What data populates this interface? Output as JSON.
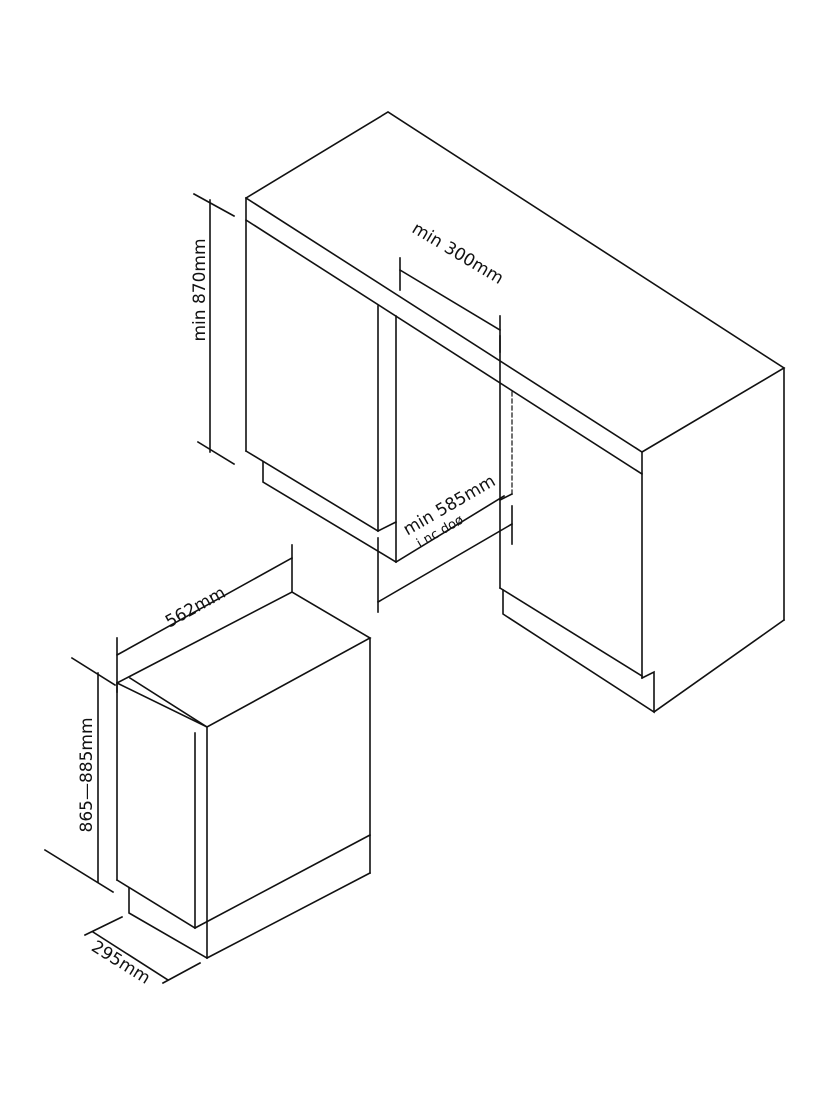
{
  "installation": {
    "height_label": "min 870mm",
    "depth_label": "min 300mm",
    "width_label": "min 585mm",
    "width_note": "i nc doø"
  },
  "appliance": {
    "width_label": "562mm",
    "height_label": "865—885mm",
    "depth_label": "295mm"
  }
}
